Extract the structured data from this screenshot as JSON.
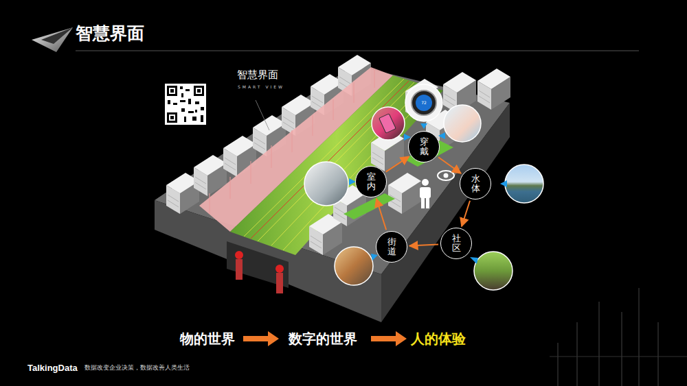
{
  "diagram": {
    "title": "智慧界面",
    "nodes": [
      {
        "text": [
          "穿戴"
        ]
      },
      {
        "text": [
          "室内"
        ]
      },
      {
        "text": [
          "水体"
        ]
      },
      {
        "text": [
          "社区"
        ]
      },
      {
        "text": [
          "街道"
        ]
      }
    ],
    "edges": [
      {
        "from": 0,
        "to": 2,
        "arrow": "to"
      },
      {
        "from": 2,
        "to": 3,
        "arrow": "to"
      },
      {
        "from": 3,
        "to": 4,
        "arrow": "to"
      },
      {
        "from": 4,
        "to": 1,
        "arrow": "to"
      },
      {
        "from": 1,
        "to": 0,
        "arrow": "to"
      }
    ],
    "labels": [
      "智慧界面",
      "SMART VIEW",
      "72",
      "物的世界",
      "数字的世界",
      "人的体验",
      "TalkingData",
      "数据改变企业决策，数据改善人类生活"
    ]
  }
}
